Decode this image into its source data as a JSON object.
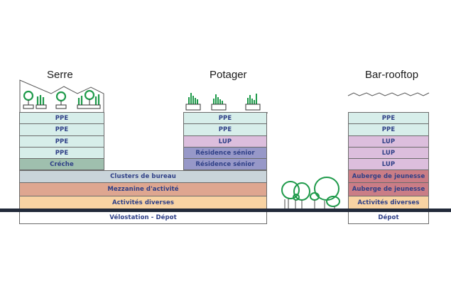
{
  "buildings": [
    {
      "title": "Serre",
      "roof": "greenhouse",
      "floors": [
        "PPE",
        "PPE",
        "PPE",
        "PPE",
        "Créche"
      ]
    },
    {
      "title": "Potager",
      "roof": "vegetable-garden",
      "floors": [
        "PPE",
        "PPE",
        "LUP",
        "Résidence sénior",
        "Résidence sénior"
      ]
    },
    {
      "title": "Bar-rooftop",
      "roof": "rooftop-bar",
      "floors": [
        "PPE",
        "PPE",
        "LUP",
        "LUP",
        "LUP",
        "Auberge de jeunesse",
        "Auberge de jeunesse",
        "Activités diverses",
        "Dépot"
      ]
    }
  ],
  "podium": {
    "floors": [
      "Clusters de bureau",
      "Mezzanine d'activité",
      "Activités diverses",
      "Vélostation - Dépot"
    ]
  },
  "colors": {
    "PPE": "#d7eeea",
    "Créche": "#9fbfae",
    "LUP": "#dcbedd",
    "Résidence sénior": "#9798c8",
    "Clusters de bureau": "#c9d4da",
    "Mezzanine d'activité": "#dea690",
    "Activités diverses": "#f8d3a3",
    "Auberge de jeunesse": "#ca7d86",
    "Dépot": "#ffffff",
    "text": "#2e3f86",
    "ground": "#222a3a",
    "vegetation": "#1e9a4a"
  }
}
